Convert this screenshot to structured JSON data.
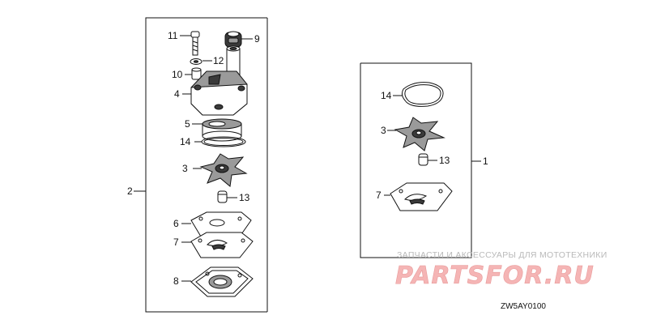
{
  "diagram": {
    "drawing_code": "ZW5AY0100",
    "watermark": {
      "tagline": "ЗАПЧАСТИ И АКСЕССУАРЫ ДЛЯ МОТОТЕХНИКИ",
      "brand": "PARTSFOR.RU"
    },
    "assembly_left": {
      "label": "2",
      "callouts": [
        "11",
        "9",
        "12",
        "10",
        "4",
        "5",
        "14",
        "3",
        "13",
        "6",
        "7",
        "8"
      ]
    },
    "assembly_right": {
      "label": "1",
      "callouts": [
        "14",
        "3",
        "13",
        "7"
      ]
    }
  }
}
